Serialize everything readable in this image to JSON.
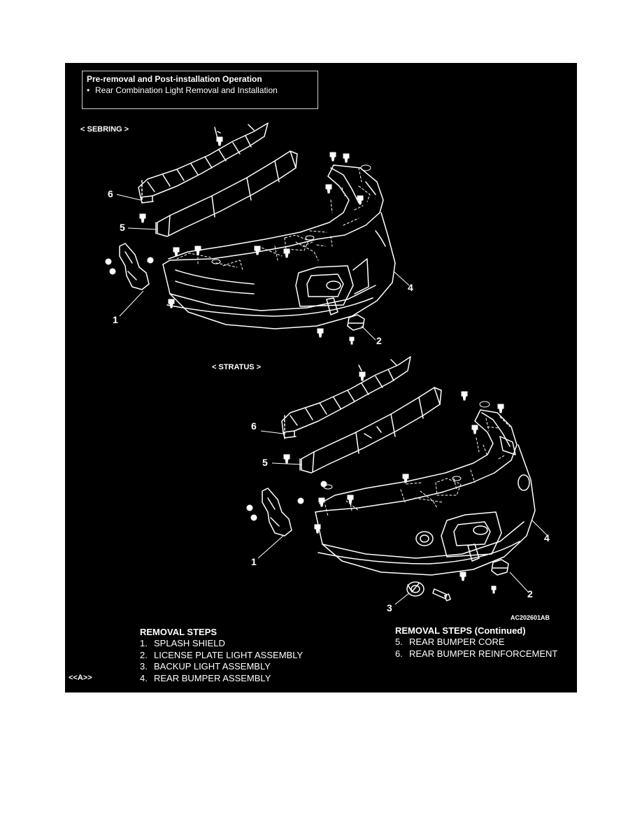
{
  "pre_operation": {
    "title": "Pre-removal and Post-installation Operation",
    "items": [
      "Rear Combination Light Removal and Installation"
    ]
  },
  "variants": {
    "sebring": "< SEBRING >",
    "stratus": "< STRATUS >"
  },
  "callouts": {
    "sebring": [
      "6",
      "5",
      "1",
      "4",
      "2"
    ],
    "stratus": [
      "6",
      "5",
      "1",
      "4",
      "3",
      "2"
    ]
  },
  "figure_code": "AC202601AB",
  "removal_steps": {
    "title": "REMOVAL STEPS",
    "items": [
      {
        "num": "1.",
        "label": "SPLASH SHIELD"
      },
      {
        "num": "2.",
        "label": "LICENSE PLATE LIGHT ASSEMBLY"
      },
      {
        "num": "3.",
        "label": "BACKUP LIGHT ASSEMBLY"
      },
      {
        "num": "4.",
        "label": "REAR BUMPER ASSEMBLY"
      }
    ]
  },
  "removal_steps_continued": {
    "title": "REMOVAL STEPS (Continued)",
    "items": [
      {
        "num": "5.",
        "label": "REAR BUMPER CORE"
      },
      {
        "num": "6.",
        "label": "REAR BUMPER REINFORCEMENT"
      }
    ]
  },
  "step_ref": "<<A>>"
}
